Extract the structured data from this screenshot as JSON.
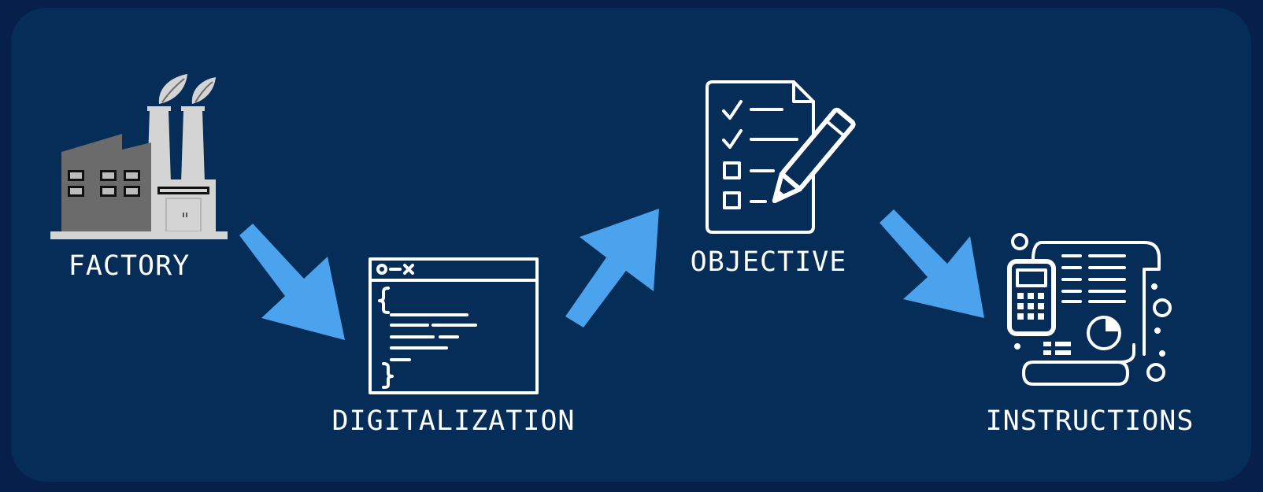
{
  "steps": [
    {
      "id": "factory",
      "label": "FACTORY",
      "icon": "factory-icon"
    },
    {
      "id": "digitalization",
      "label": "DIGITALIZATION",
      "icon": "code-window-icon"
    },
    {
      "id": "objective",
      "label": "OBJECTIVE",
      "icon": "checklist-pencil-icon"
    },
    {
      "id": "instructions",
      "label": "INSTRUCTIONS",
      "icon": "receipt-calculator-icon"
    }
  ],
  "colors": {
    "outer_background": "#061f4b",
    "panel_background": "#062c58",
    "arrow": "#4aa3ec",
    "icon_line": "#ffffff",
    "factory_dark": "#6b6b6b",
    "factory_light": "#d4d4d4"
  }
}
